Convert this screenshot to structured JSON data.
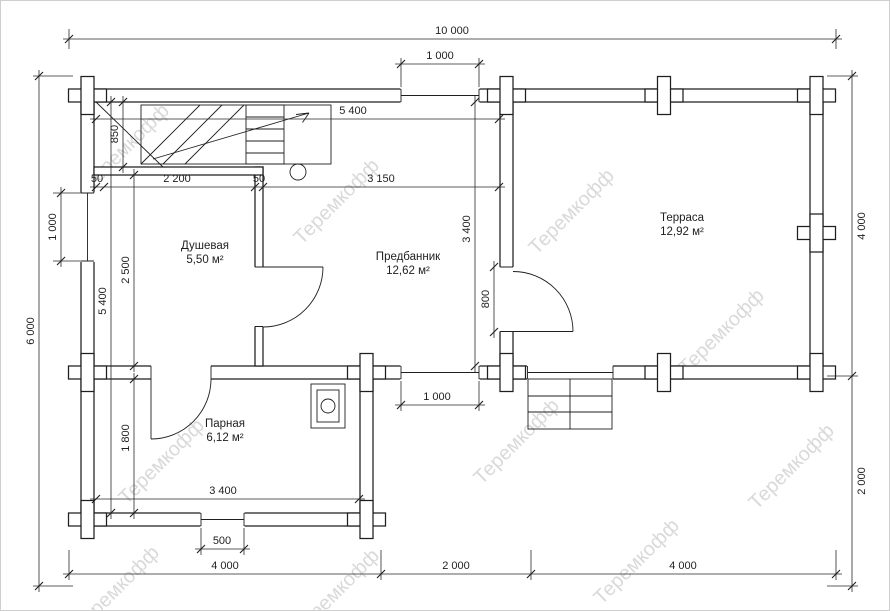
{
  "watermark": {
    "text": "Теремкофф",
    "color": "#d9d9d9"
  },
  "rooms": {
    "shower": {
      "name": "Душевая",
      "area": "5,50 м²"
    },
    "anteroom": {
      "name": "Предбанник",
      "area": "12,62 м²"
    },
    "terrace": {
      "name": "Терраса",
      "area": "12,92 м²"
    },
    "steam": {
      "name": "Парная",
      "area": "6,12 м²"
    }
  },
  "dims": {
    "top_total": "10 000",
    "top_window": "1 000",
    "left_total": "6 000",
    "left_window": "1 000",
    "right_upper": "4 000",
    "right_lower": "2 000",
    "bottom_left": "4 000",
    "bottom_center": "2 000",
    "bottom_right": "4 000",
    "steam_window": "500",
    "loft_depth": "850",
    "main_inner_width": "5 400",
    "wall_left": "50",
    "shower_width": "2 200",
    "wall_right": "50",
    "anteroom_width": "3 150",
    "anteroom_height": "3 400",
    "left_inner_height": "5 400",
    "shower_height": "2 500",
    "terrace_door": "800",
    "steam_height": "1 800",
    "steam_width": "3 400",
    "anteroom_window": "1 000"
  }
}
